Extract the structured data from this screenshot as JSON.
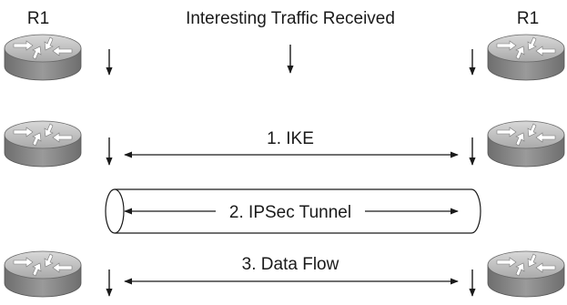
{
  "routers": {
    "left_label": "R1",
    "right_label": "R1"
  },
  "header": {
    "title": "Interesting Traffic Received"
  },
  "steps": {
    "ike": "1. IKE",
    "tunnel": "2. IPSec Tunnel",
    "data_flow": "3. Data Flow"
  },
  "colors": {
    "router_top": "#bcbcbc",
    "router_side": "#8c8c8c",
    "line": "#1a1a1a"
  }
}
